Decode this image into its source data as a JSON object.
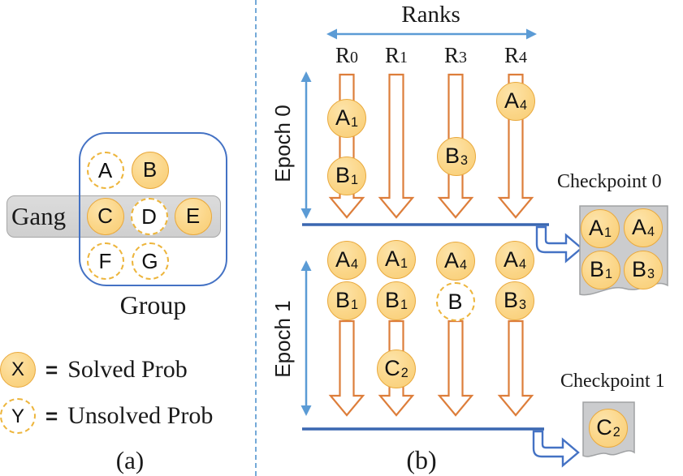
{
  "panel_a": {
    "gang_label": "Gang",
    "group_label": "Group",
    "caption": "(a)",
    "group_circles": [
      {
        "letter": "A",
        "sub": "",
        "state": "unsolved"
      },
      {
        "letter": "B",
        "sub": "",
        "state": "solved"
      },
      {
        "letter": "C",
        "sub": "",
        "state": "solved"
      },
      {
        "letter": "D",
        "sub": "",
        "state": "unsolved"
      },
      {
        "letter": "E",
        "sub": "",
        "state": "solved"
      },
      {
        "letter": "F",
        "sub": "",
        "state": "unsolved"
      },
      {
        "letter": "G",
        "sub": "",
        "state": "unsolved"
      }
    ],
    "legend": [
      {
        "letter": "X",
        "sub": "",
        "state": "solved",
        "eq": "=",
        "text": "Solved Prob"
      },
      {
        "letter": "Y",
        "sub": "",
        "state": "unsolved",
        "eq": "=",
        "text": "Unsolved Prob"
      }
    ]
  },
  "panel_b": {
    "ranks_title": "Ranks",
    "caption": "(b)",
    "rank_headers": [
      {
        "letter": "R",
        "sub": "0"
      },
      {
        "letter": "R",
        "sub": "1"
      },
      {
        "letter": "R",
        "sub": "3"
      },
      {
        "letter": "R",
        "sub": "4"
      }
    ],
    "epoch0": {
      "label": "Epoch 0",
      "circles": [
        {
          "letter": "A",
          "sub": "1",
          "state": "solved",
          "rank": "R0"
        },
        {
          "letter": "B",
          "sub": "1",
          "state": "solved",
          "rank": "R0"
        },
        {
          "letter": "B",
          "sub": "3",
          "state": "solved",
          "rank": "R3"
        },
        {
          "letter": "A",
          "sub": "4",
          "state": "solved",
          "rank": "R4"
        }
      ]
    },
    "epoch1": {
      "label": "Epoch 1",
      "circles": [
        {
          "letter": "A",
          "sub": "4",
          "state": "solved",
          "rank": "R0"
        },
        {
          "letter": "A",
          "sub": "1",
          "state": "solved",
          "rank": "R1"
        },
        {
          "letter": "A",
          "sub": "4",
          "state": "solved",
          "rank": "R3"
        },
        {
          "letter": "A",
          "sub": "4",
          "state": "solved",
          "rank": "R4"
        },
        {
          "letter": "B",
          "sub": "1",
          "state": "solved",
          "rank": "R0"
        },
        {
          "letter": "B",
          "sub": "1",
          "state": "solved",
          "rank": "R1"
        },
        {
          "letter": "B",
          "sub": "",
          "state": "unsolved",
          "rank": "R3"
        },
        {
          "letter": "B",
          "sub": "3",
          "state": "solved",
          "rank": "R4"
        },
        {
          "letter": "C",
          "sub": "2",
          "state": "solved",
          "rank": "R1"
        }
      ]
    },
    "checkpoint0": {
      "title": "Checkpoint 0",
      "circles": [
        {
          "letter": "A",
          "sub": "1",
          "state": "solved"
        },
        {
          "letter": "A",
          "sub": "4",
          "state": "solved"
        },
        {
          "letter": "B",
          "sub": "1",
          "state": "solved"
        },
        {
          "letter": "B",
          "sub": "3",
          "state": "solved"
        }
      ]
    },
    "checkpoint1": {
      "title": "Checkpoint 1",
      "circles": [
        {
          "letter": "C",
          "sub": "2",
          "state": "solved"
        }
      ]
    }
  },
  "colors": {
    "solved_fill": "#FBD688",
    "solved_border": "#E9A93D",
    "unsolved_border": "#EDB53C",
    "block_arrow_orange": "#DD7E3B",
    "thin_arrow_blue": "#5B9BD5",
    "epoch_line_blue": "#3A67B1",
    "bent_arrow_blue": "#4472C4",
    "group_border_blue": "#4472C4",
    "gray_fill": "#CBCCCE",
    "gray_border": "#A0A2A4"
  }
}
